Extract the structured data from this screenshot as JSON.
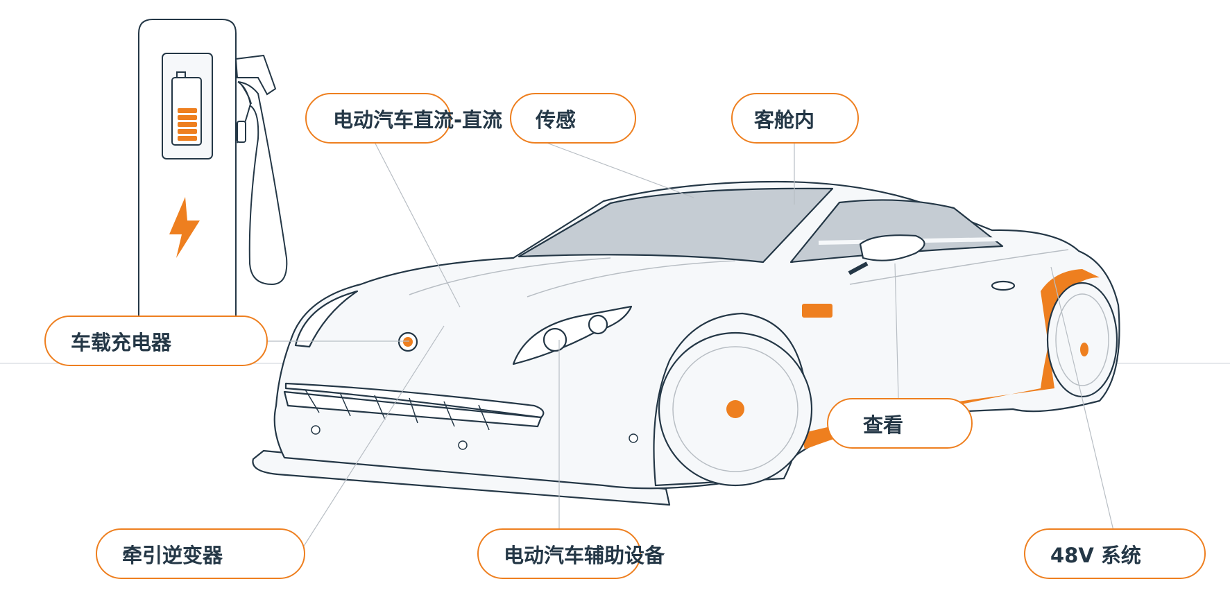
{
  "colors": {
    "accent": "#ee7f1f",
    "outline": "#243746",
    "glass": "#c5ccd3",
    "body": "#f6f8fa",
    "leader": "#b8bec4"
  },
  "icons": [
    "charging-station-icon",
    "battery-icon",
    "lightning-bolt-icon",
    "charging-cable-icon"
  ],
  "labels": {
    "onboard_charger": "车载充电器",
    "ev_dc_dc": "电动汽车直流-直流",
    "sensing": "传感",
    "cabin": "客舱内",
    "view": "查看",
    "traction_inverter": "牵引逆变器",
    "ev_auxiliary": "电动汽车辅助设备",
    "system_48v": "48V 系统"
  }
}
